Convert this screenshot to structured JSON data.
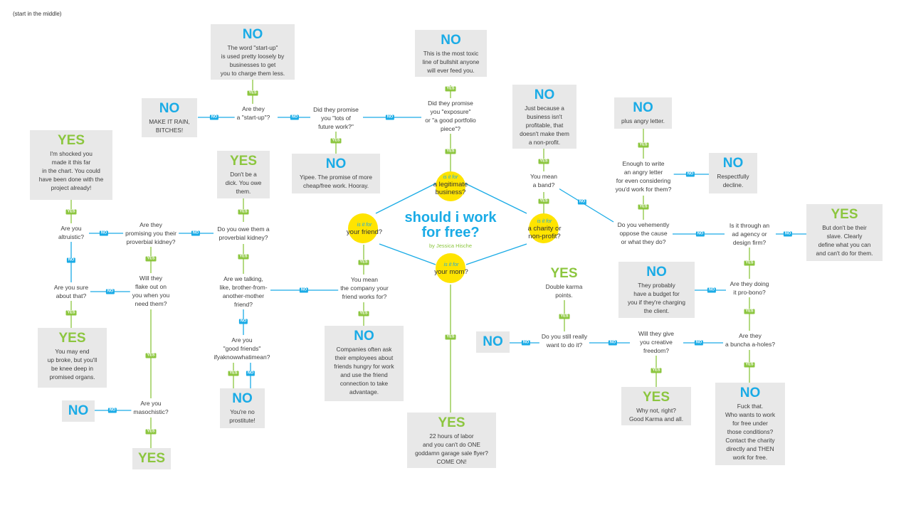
{
  "hint": "(start in the middle)",
  "title": "should i work\nfor free?",
  "byline": "by Jessica Hische",
  "colors": {
    "no": "#1aabe6",
    "yes": "#8cc63f",
    "line_no": "#1aabe6",
    "line_yes": "#8cc63f",
    "box": "#e8e8e8",
    "highlight": "#ffe400"
  },
  "center_questions": {
    "prefix": "is it for",
    "legit": "a legitimate\nbusiness?",
    "friend": "your friend?",
    "charity": "a charity or\nnon-profit?",
    "mom": "your mom?"
  },
  "questions": {
    "startup": "Are they\na \"start-up\"?",
    "promise_work": "Did they promise\nyou \"lots of\nfuture work?\"",
    "promise_exposure": "Did they promise\nyou \"exposure\"\nor \"a good portfolio\npiece\"?",
    "altruistic": "Are you\naltruistic?",
    "kidney_promise": "Are they\npromising you their\nproverbial kidney?",
    "owe_kidney": "Do you owe them a\nproverbial kidney?",
    "sure": "Are you sure\nabout that?",
    "flake": "Will they\nflake out on\nyou when you\nneed them?",
    "brother": "Are we talking,\nlike, brother-from-\nanother-mother\nfriend?",
    "good_friends": "Are you\n\"good friends\"\nifyaknowwhatimean?",
    "company_friend": "You mean\nthe company your\nfriend works for?",
    "masochistic": "Are you\nmasochistic?",
    "band": "You mean\na band?",
    "angry_letter": "Enough to write\nan angry letter\nfor even considering\nyou'd work for them?",
    "oppose": "Do you vehemently\noppose the cause\nor what they do?",
    "agency": "Is it through an\nad agency or\ndesign firm?",
    "probono": "Are they doing\nit pro-bono?",
    "aholes": "Are they\na buncha a-holes?",
    "creative": "Will they give\nyou creative\nfreedom?",
    "still_want": "Do you still really\nwant to do it?"
  },
  "answers": {
    "startup_no": {
      "verdict": "NO",
      "text": "The word \"start-up\"\nis used pretty loosely by\nbusinesses to get\nyou to charge them less."
    },
    "exposure_no": {
      "verdict": "NO",
      "text": "This is the most toxic\nline of bullshit anyone\nwill ever feed you."
    },
    "rain_no": {
      "verdict": "NO",
      "text": "MAKE IT RAIN,\nBITCHES!"
    },
    "future_no": {
      "verdict": "NO",
      "text": "Yipee. The promise of more\ncheap/free work. Hooray."
    },
    "shocked_yes": {
      "verdict": "YES",
      "text": "I'm shocked you\nmade it this far\nin the chart. You could\nhave been done with the\nproject already!"
    },
    "dick_yes": {
      "verdict": "YES",
      "text": "Don't be a\ndick. You owe\nthem."
    },
    "broke_yes": {
      "verdict": "YES",
      "text": "You may end\nup broke, but you'll\nbe knee deep in\npromised organs."
    },
    "maso_no": {
      "verdict": "NO",
      "text": ""
    },
    "maso_yes": {
      "verdict": "YES",
      "text": ""
    },
    "prostitute_no": {
      "verdict": "NO",
      "text": "You're no\nprostitute!"
    },
    "companies_no": {
      "verdict": "NO",
      "text": "Companies often ask\ntheir employees about\nfriends hungry for work\nand use the friend\nconnection to take\nadvantage."
    },
    "mom_yes": {
      "verdict": "YES",
      "text": "22 hours of labor\nand you can't do ONE\ngoddamn garage sale flyer?\nCOME ON!"
    },
    "band_no": {
      "verdict": "NO",
      "text": "Just because a\nbusiness isn't\nprofitable, that\ndoesn't make them\na non-profit."
    },
    "angry_no": {
      "verdict": "NO",
      "text": "plus angry letter."
    },
    "decline_no": {
      "verdict": "NO",
      "text": "Respectfully\ndecline."
    },
    "slave_yes": {
      "verdict": "YES",
      "text": "But don't be their\nslave. Clearly\ndefine what you can\nand can't do for them."
    },
    "budget_no": {
      "verdict": "NO",
      "text": "They probably\nhave a budget for\nyou if they're charging\nthe client."
    },
    "karma_yes": {
      "verdict": "YES",
      "text": "Double karma\npoints."
    },
    "stillwant_no": {
      "verdict": "NO",
      "text": ""
    },
    "why_yes": {
      "verdict": "YES",
      "text": "Why not, right?\nGood Karma and all."
    },
    "fuck_no": {
      "verdict": "NO",
      "text": "Fuck that.\nWho wants to work\nfor free under\nthose conditions?\nContact the charity\ndirectly and THEN\nwork for free."
    }
  },
  "edge_labels": {
    "no": "NO",
    "yes": "YES"
  }
}
